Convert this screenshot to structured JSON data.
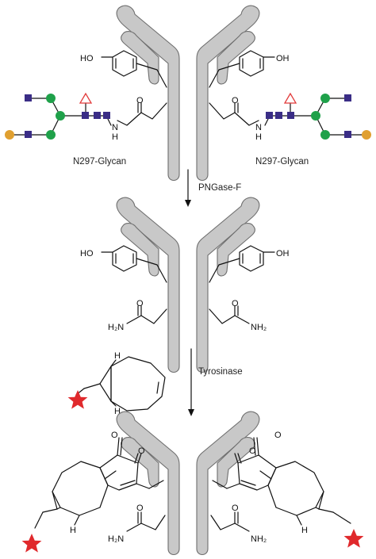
{
  "colors": {
    "antibody_fill": "#c8c8c8",
    "antibody_stroke": "#6e6e6e",
    "glcnac": "#3a2d86",
    "mannose": "#1fa14a",
    "galactose": "#e0a030",
    "fucose": "#e23a3a",
    "payload_star": "#e0292c"
  },
  "atoms": {
    "oh": "HO",
    "oh_right": "OH",
    "nh": "N",
    "nh_h": "H",
    "o": "O",
    "nh2_left": "H₂N",
    "nh2_right": "NH₂",
    "h": "H"
  },
  "labels": {
    "glycan_left": "N297-Glycan",
    "glycan_right": "N297-Glycan",
    "step1": "PNGase-F",
    "step2": "Tyrosinase"
  }
}
